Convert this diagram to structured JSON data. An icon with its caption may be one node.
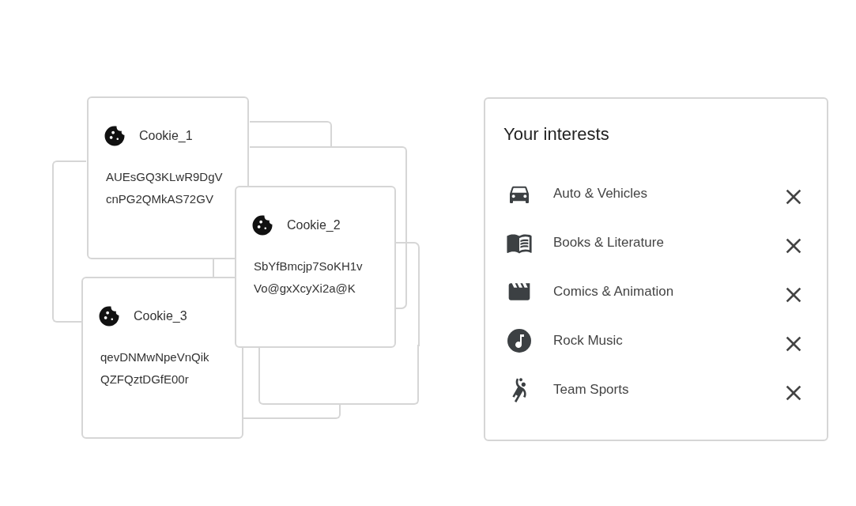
{
  "diagram": {
    "nodes": [
      {
        "text": [],
        "shape": "box"
      },
      {
        "text": [],
        "shape": "box"
      },
      {
        "text": [],
        "shape": "box"
      },
      {
        "text": [],
        "shape": "box"
      },
      {
        "text": [],
        "shape": "box"
      },
      {
        "text": [
          "Cookie_1",
          "AUEsGQ3KLwR9DgV cnPG2QMkAS72GV"
        ]
      },
      {
        "text": [
          "Cookie_3",
          "qevDNMwNpeVnQik QZFQztDGfE00r"
        ]
      },
      {
        "text": [
          "Cookie_2",
          "SbYfBmcjp7SoKH1v Vo@gxXcyXi2a@K"
        ]
      },
      {
        "text": [
          "Your interests"
        ]
      }
    ],
    "labels": [
      "Auto & Vehicles",
      "Books & Literature",
      "Comics & Animation",
      "Rock Music",
      "Team Sports"
    ]
  }
}
